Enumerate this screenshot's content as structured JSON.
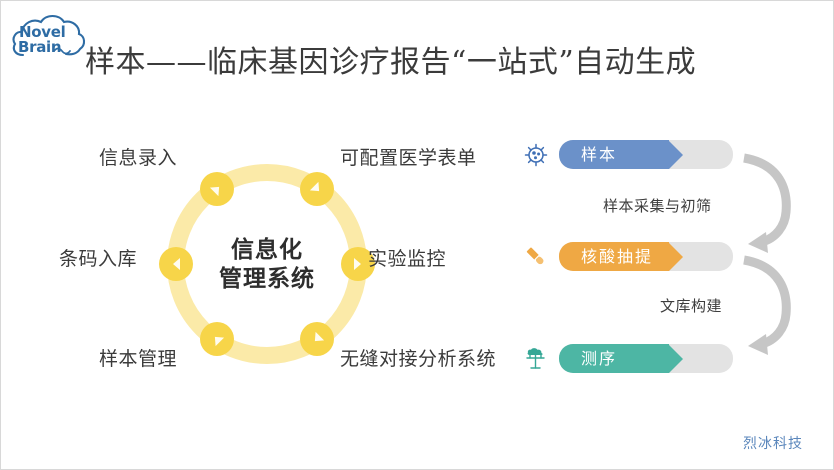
{
  "slide": {
    "title": "样本——临床基因诊疗报告“一站式”自动生成",
    "footer_brand": "烈冰科技",
    "background": "#ffffff"
  },
  "logo": {
    "line1": "Novel",
    "line2": "Brain",
    "icon": "cloud-icon",
    "color": "#2e6ca4"
  },
  "cycle": {
    "center_line1": "信息化",
    "center_line2": "管理系统",
    "ring_color": "#fbeaa8",
    "node_color": "#f7d549",
    "labels": [
      {
        "text": "信息录入",
        "name": "cycle-label-information-entry"
      },
      {
        "text": "可配置医学表单",
        "name": "cycle-label-configurable-medical-form"
      },
      {
        "text": "条码入库",
        "name": "cycle-label-barcode-storage"
      },
      {
        "text": "实验监控",
        "name": "cycle-label-experiment-monitoring"
      },
      {
        "text": "样本管理",
        "name": "cycle-label-sample-management"
      },
      {
        "text": "无缝对接分析系统",
        "name": "cycle-label-seamless-analysis-system"
      }
    ],
    "nodes": [
      {
        "icon": "arrow-up-left-icon",
        "rotation": -45
      },
      {
        "icon": "arrow-up-right-icon",
        "rotation": 45
      },
      {
        "icon": "arrow-left-icon",
        "rotation": 180
      },
      {
        "icon": "arrow-right-icon",
        "rotation": 0
      },
      {
        "icon": "arrow-down-left-icon",
        "rotation": -135
      },
      {
        "icon": "arrow-down-right-icon",
        "rotation": 135
      }
    ]
  },
  "pipeline": {
    "stages": [
      {
        "label": "样本",
        "icon": "virus-cell-icon",
        "color": "#6b91c9",
        "track_color": "#e3e3e3",
        "fill_percent": 63
      },
      {
        "label": "核酸抽提",
        "icon": "test-tube-icon",
        "color": "#efa844",
        "track_color": "#e3e3e3",
        "fill_percent": 63
      },
      {
        "label": "测序",
        "icon": "sequencer-tree-icon",
        "color": "#4db6a4",
        "track_color": "#e3e3e3",
        "fill_percent": 63
      }
    ],
    "connectors": [
      {
        "text": "样本采集与初筛",
        "icon": "curved-arrow-icon"
      },
      {
        "text": "文库构建",
        "icon": "curved-arrow-icon"
      }
    ]
  }
}
